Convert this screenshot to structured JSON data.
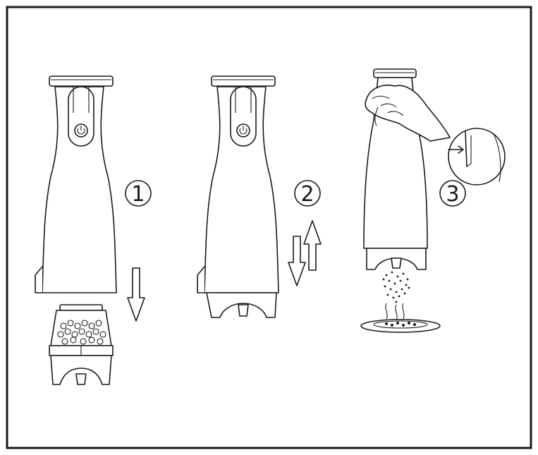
{
  "steps": [
    {
      "number": "1"
    },
    {
      "number": "2"
    },
    {
      "number": "3"
    }
  ],
  "icons": {
    "power": "power-icon"
  },
  "colors": {
    "line": "#1a1a1a",
    "background": "#ffffff"
  }
}
